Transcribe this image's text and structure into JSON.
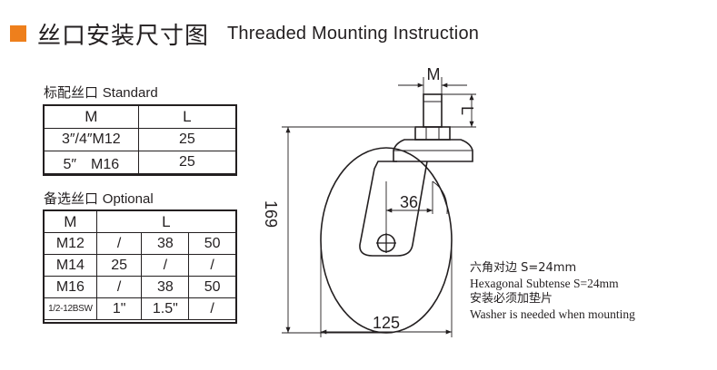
{
  "header": {
    "accent_color": "#ee7f1c",
    "title_cn": "丝口安装尺寸图",
    "title_en": "Threaded Mounting Instruction"
  },
  "standard": {
    "label_cn": "标配丝口",
    "label_en": "Standard",
    "headers": [
      "M",
      "L"
    ],
    "rows": [
      {
        "m": "3″/4″M12",
        "l": "25"
      },
      {
        "m": "5″　M16",
        "l": "25"
      }
    ]
  },
  "optional": {
    "label_cn": "备选丝口",
    "label_en": "Optional",
    "headers": [
      "M",
      "L"
    ],
    "rows": [
      {
        "m": "M12",
        "l": [
          "/",
          "38",
          "50"
        ]
      },
      {
        "m": "M14",
        "l": [
          "25",
          "/",
          "/"
        ]
      },
      {
        "m": "M16",
        "l": [
          "/",
          "38",
          "50"
        ]
      },
      {
        "m": "1/2-12BSW",
        "l": [
          "1\"",
          "1.5\"",
          "/"
        ]
      }
    ]
  },
  "drawing": {
    "label_m": "M",
    "label_l": "L",
    "height": "169",
    "offset": "36",
    "wheel_diameter": "125"
  },
  "notes": [
    "六角对边 S=24mm",
    "Hexagonal Subtense S=24mm",
    "安装必须加垫片",
    "Washer is needed when mounting"
  ]
}
